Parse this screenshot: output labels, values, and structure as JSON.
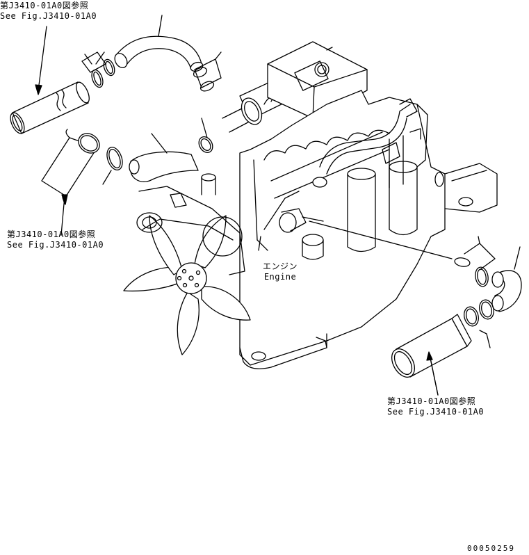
{
  "references": [
    {
      "id": "ref-top-left",
      "jp": "第J3410-01A0図参照",
      "en": "See Fig.J3410-01A0"
    },
    {
      "id": "ref-mid-left",
      "jp": "第J3410-01A0図参照",
      "en": "See Fig.J3410-01A0"
    },
    {
      "id": "ref-bottom-right",
      "jp": "第J3410-01A0図参照",
      "en": "See Fig.J3410-01A0"
    }
  ],
  "engine_label": {
    "jp": "エンジン",
    "en": "Engine"
  },
  "figure_number": "00050259",
  "colors": {
    "line": "#000000",
    "background": "#ffffff"
  }
}
